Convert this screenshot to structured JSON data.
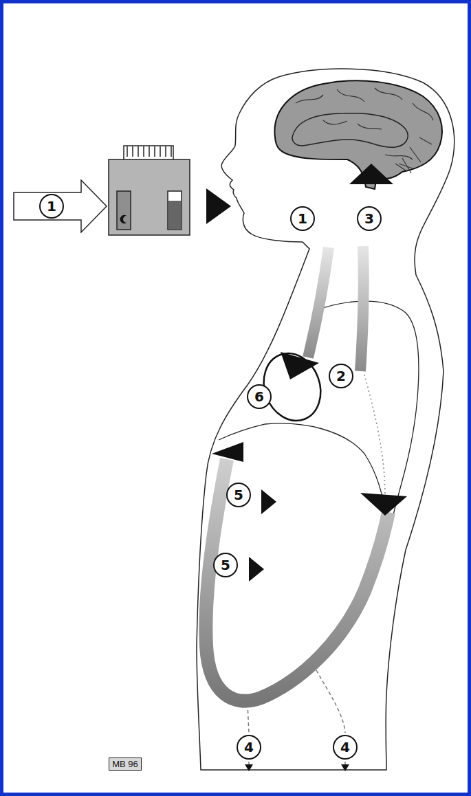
{
  "diagram": {
    "nodes": [
      {
        "text": [
          "1"
        ]
      },
      {
        "text": [
          "1"
        ]
      },
      {
        "text": [
          "3"
        ]
      },
      {
        "text": [
          "2"
        ]
      },
      {
        "text": [
          "6"
        ]
      },
      {
        "text": [
          "5"
        ]
      },
      {
        "text": [
          "5"
        ]
      },
      {
        "text": [
          "4"
        ]
      },
      {
        "text": [
          "4"
        ]
      },
      {
        "text": [
          "MB 96"
        ]
      }
    ]
  }
}
